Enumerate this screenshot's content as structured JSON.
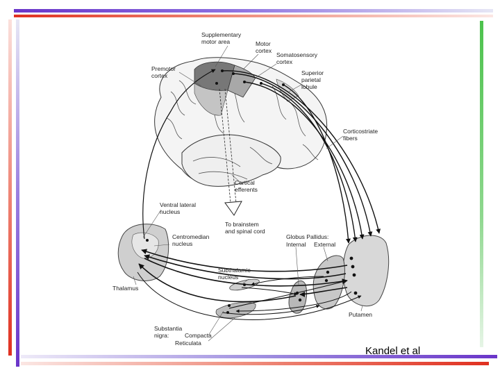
{
  "labels": {
    "supplementary_motor_area": [
      "Supplementary",
      "motor area"
    ],
    "motor_cortex": [
      "Motor",
      "cortex"
    ],
    "somatosensory_cortex": [
      "Somatosensory",
      "cortex"
    ],
    "premotor_cortex": [
      "Premotor",
      "cortex"
    ],
    "superior_parietal_lobule": [
      "Superior",
      "parietal",
      "lobule"
    ],
    "corticostriate_fibers": [
      "Corticostriate",
      "fibers"
    ],
    "cortical_efferents": [
      "Cortical",
      "efferents"
    ],
    "to_brainstem": [
      "To brainstem",
      "and spinal cord"
    ],
    "ventral_lateral_nucleus": [
      "Ventral lateral",
      "nucleus"
    ],
    "centromedian_nucleus": [
      "Centromedian",
      "nucleus"
    ],
    "globus_pallidus": "Globus Pallidus:",
    "internal": "Internal",
    "external": "External",
    "subthalamic_nucleus": [
      "Subthalamic",
      "nucleus"
    ],
    "thalamus": "Thalamus",
    "putamen": "Putamen",
    "substantia_nigra": [
      "Substantia",
      "nigra:"
    ],
    "compacta": "Compacta",
    "reticulata": "Reticulata"
  },
  "credit": "Kandel et al",
  "colors": {
    "accent_purple": "#6a35c9",
    "accent_red": "#e03020",
    "accent_green": "#4cc24c",
    "nucleus_fill": "#cfcfcf"
  }
}
